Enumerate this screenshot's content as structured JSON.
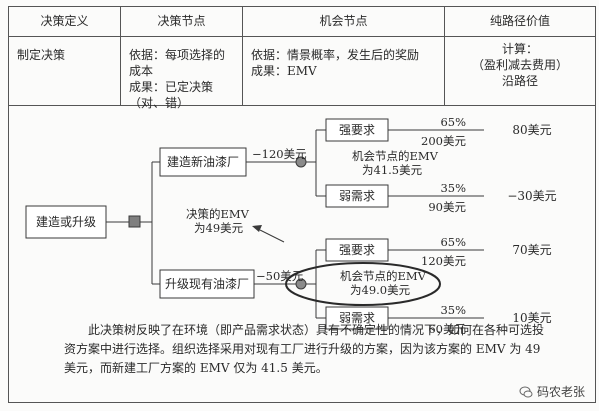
{
  "table": {
    "headers": [
      "决策定义",
      "决策节点",
      "机会节点",
      "纯路径价值"
    ],
    "row": {
      "col1": "制定决策",
      "col2_line1": "依据：每项选择的成本",
      "col2_line2": "成果：已定决策（对、错）",
      "col3_line1": "依据：情景概率，发生后的奖励",
      "col3_line2": "成果：EMV",
      "col4_line1": "计算：",
      "col4_line2": "（盈利减去费用）",
      "col4_line3": "沿路径"
    }
  },
  "tree": {
    "root": "建造或升级",
    "branch_top": "建造新油漆厂",
    "branch_bottom": "升级现有油漆厂",
    "cost_top": "−120美元",
    "cost_bottom": "−50美元",
    "emv_top_line1": "机会节点的EMV",
    "emv_top_line2": "为41.5美元",
    "emv_bottom_line1": "机会节点的EMV",
    "emv_bottom_line2": "为49.0美元",
    "decision_emv_line1": "决策的EMV",
    "decision_emv_line2": "为49美元",
    "outcomes": [
      {
        "label": "强要求",
        "prob": "65%",
        "payoff": "200美元",
        "value": "80美元"
      },
      {
        "label": "弱需求",
        "prob": "35%",
        "payoff": "90美元",
        "value": "−30美元"
      },
      {
        "label": "强要求",
        "prob": "65%",
        "payoff": "120美元",
        "value": "70美元"
      },
      {
        "label": "弱需求",
        "prob": "35%",
        "payoff": "60美元",
        "value": "10美元"
      }
    ]
  },
  "footnote": "此决策树反映了在环境（即产品需求状态）具有不确定性的情况下，如何在各种可选投资方案中进行选择。组织选择采用对现有工厂进行升级的方案，因为该方案的 EMV 为 49 美元，而新建工厂方案的 EMV 仅为 41.5 美元。",
  "watermark": "码农老张",
  "colors": {
    "decision_node": "#7f7f7f",
    "chance_node": "#8a8a8a",
    "line": "#3a3a3a"
  }
}
